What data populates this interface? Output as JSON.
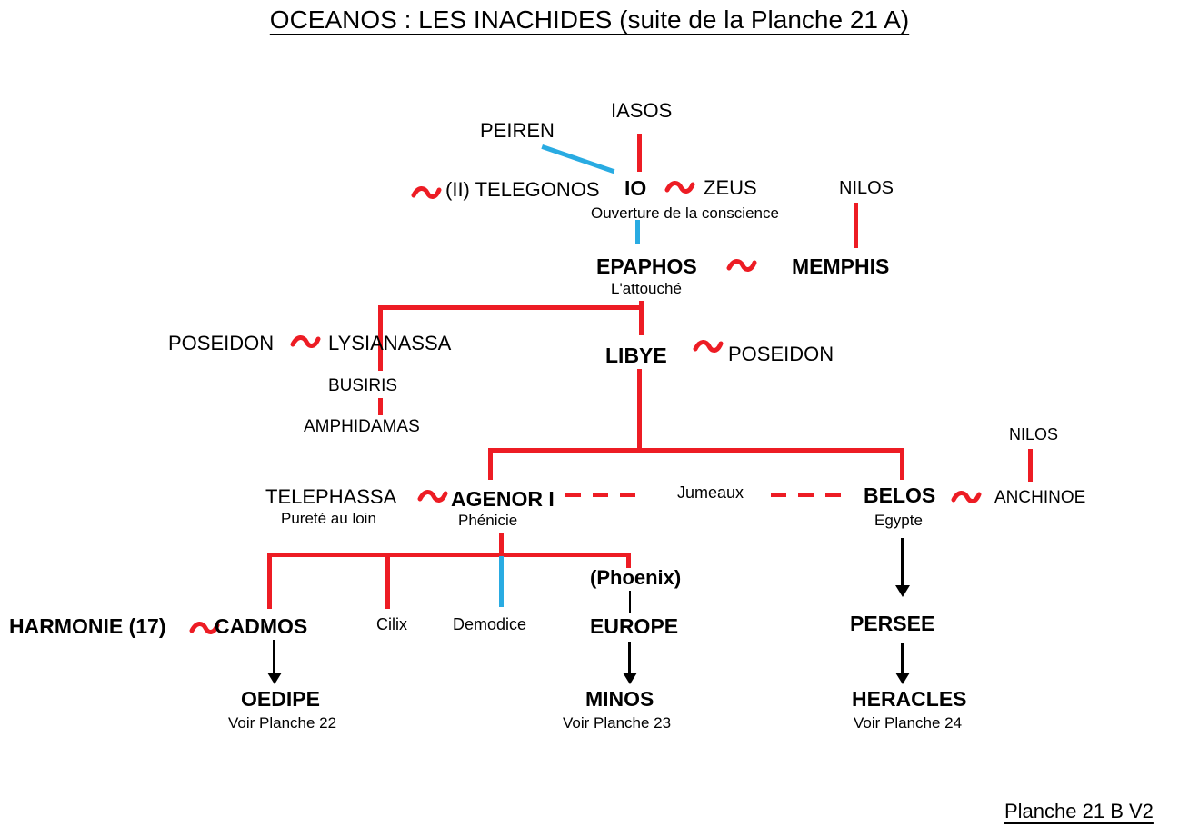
{
  "title": "OCEANOS : LES INACHIDES (suite de la Planche 21 A)",
  "footer": "Planche 21 B V2",
  "colors": {
    "line_red": "#ed1c24",
    "line_blue": "#29abe2",
    "text": "#000000"
  },
  "union_symbol": "~",
  "nodes": {
    "iasos": {
      "label": "IASOS"
    },
    "peiren": {
      "label": "PEIREN"
    },
    "telegonos": {
      "label": "(II) TELEGONOS"
    },
    "io": {
      "label": "IO",
      "subtitle": "Ouverture de la conscience"
    },
    "zeus": {
      "label": "ZEUS"
    },
    "nilos_top": {
      "label": "NILOS"
    },
    "epaphos": {
      "label": "EPAPHOS",
      "subtitle": "L'attouché"
    },
    "memphis": {
      "label": "MEMPHIS"
    },
    "poseidon_left": {
      "label": "POSEIDON"
    },
    "lysianassa": {
      "label": "LYSIANASSA"
    },
    "busiris": {
      "label": "BUSIRIS"
    },
    "amphidamas": {
      "label": "AMPHIDAMAS"
    },
    "libye": {
      "label": "LIBYE"
    },
    "poseidon_right": {
      "label": "POSEIDON"
    },
    "telephassa": {
      "label": "TELEPHASSA",
      "subtitle": "Pureté au loin"
    },
    "agenor": {
      "label": "AGENOR I",
      "subtitle": "Phénicie"
    },
    "jumeaux": {
      "label": "Jumeaux"
    },
    "belos": {
      "label": "BELOS",
      "subtitle": "Egypte"
    },
    "nilos_right": {
      "label": "NILOS"
    },
    "anchinoe": {
      "label": "ANCHINOE"
    },
    "harmonie": {
      "label": "HARMONIE (17)"
    },
    "cadmos": {
      "label": "CADMOS"
    },
    "cilix": {
      "label": "Cilix"
    },
    "demodice": {
      "label": "Demodice"
    },
    "phoenix": {
      "label": "(Phoenix)"
    },
    "europe": {
      "label": "EUROPE"
    },
    "persee": {
      "label": "PERSEE"
    },
    "oedipe": {
      "label": "OEDIPE",
      "subtitle": "Voir Planche 22"
    },
    "minos": {
      "label": "MINOS",
      "subtitle": "Voir Planche 23"
    },
    "heracles": {
      "label": "HERACLES",
      "subtitle": "Voir Planche 24"
    }
  }
}
